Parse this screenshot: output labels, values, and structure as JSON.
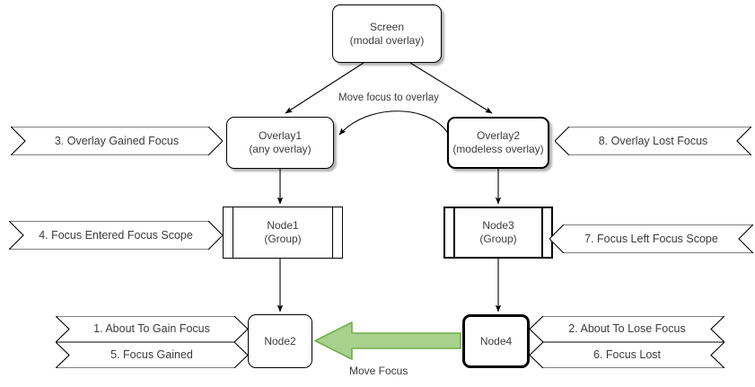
{
  "diagram": {
    "title": "Focus event flow between screen, overlays, groups and nodes",
    "background": "#ffffff",
    "stroke_color": "#000000",
    "text_color": "#3b3b3b",
    "accent_green_fill": "#a9d18e",
    "accent_green_stroke": "#70ad47"
  },
  "nodes": {
    "screen": {
      "line1": "Screen",
      "line2": "(modal overlay)"
    },
    "overlay1": {
      "line1": "Overlay1",
      "line2": "(any overlay)"
    },
    "overlay2": {
      "line1": "Overlay2",
      "line2": "(modeless overlay)"
    },
    "node1": {
      "line1": "Node1",
      "line2": "(Group)"
    },
    "node3": {
      "line1": "Node3",
      "line2": "(Group)"
    },
    "node2": {
      "line1": "Node2",
      "line2": ""
    },
    "node4": {
      "line1": "Node4",
      "line2": ""
    }
  },
  "edge_labels": {
    "move_focus_to_overlay": "Move focus to overlay",
    "move_focus": "Move Focus"
  },
  "banners": {
    "left": [
      {
        "label": "3. Overlay Gained Focus"
      },
      {
        "label": "4. Focus Entered Focus Scope"
      },
      {
        "label": "1. About To Gain Focus"
      },
      {
        "label": "5. Focus Gained"
      }
    ],
    "right": [
      {
        "label": "8. Overlay Lost Focus"
      },
      {
        "label": "7. Focus Left Focus Scope"
      },
      {
        "label": "2. About To Lose Focus"
      },
      {
        "label": "6. Focus Lost"
      }
    ]
  }
}
